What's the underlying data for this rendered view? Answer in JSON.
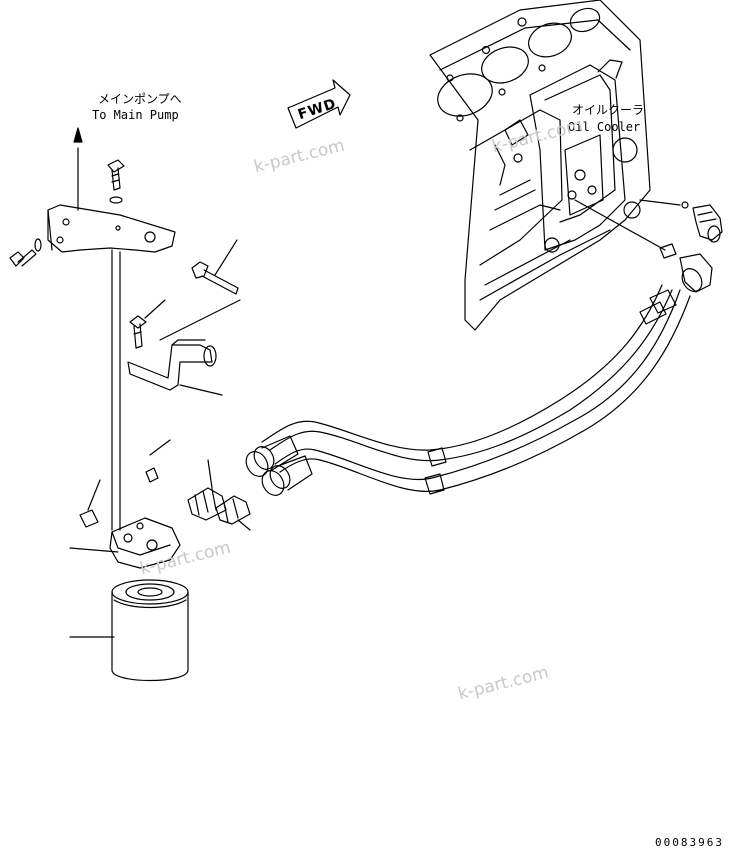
{
  "labels": {
    "to_main_pump_jp": "メインポンプへ",
    "to_main_pump_en": "To Main Pump",
    "oil_cooler_jp": "オイルクーラ",
    "oil_cooler_en": "Oil Cooler",
    "fwd": "FWD"
  },
  "watermarks": [
    "k-part.com",
    "k-part.com",
    "k-part.com",
    "k-part.com"
  ],
  "drawing_code": "00083963",
  "colors": {
    "line": "#000000",
    "watermark": "#c8c8c8",
    "background": "#ffffff"
  }
}
